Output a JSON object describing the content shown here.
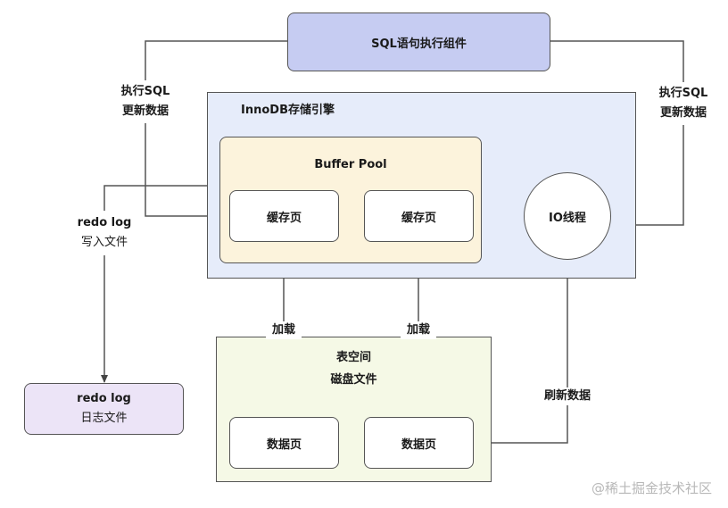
{
  "sql_component": "SQL语句执行组件",
  "innodb": {
    "title": "InnoDB存储引擎",
    "buffer_pool": {
      "title": "Buffer Pool",
      "page1": "缓存页",
      "page2": "缓存页"
    },
    "io_thread": "IO线程"
  },
  "left_arrow_label": {
    "line1": "执行SQL",
    "line2": "更新数据"
  },
  "right_arrow_label": {
    "line1": "执行SQL",
    "line2": "更新数据"
  },
  "redo_write_label": {
    "line1": "redo log",
    "line2": "写入文件"
  },
  "redo_log_file": {
    "line1": "redo log",
    "line2": "日志文件"
  },
  "tablespace": {
    "title1": "表空间",
    "title2": "磁盘文件",
    "page1": "数据页",
    "page2": "数据页"
  },
  "load_label_1": "加载",
  "load_label_2": "加载",
  "flush_label": "刷新数据",
  "watermark": "@稀土掘金技术社区",
  "colors": {
    "sql_component_fill": "#c6ccf2",
    "innodb_fill": "#e6ecfa",
    "buffer_pool_fill": "#fcf3dc",
    "tablespace_fill": "#f5f9e6",
    "redo_file_fill": "#ece4f7",
    "stroke": "#555555"
  }
}
